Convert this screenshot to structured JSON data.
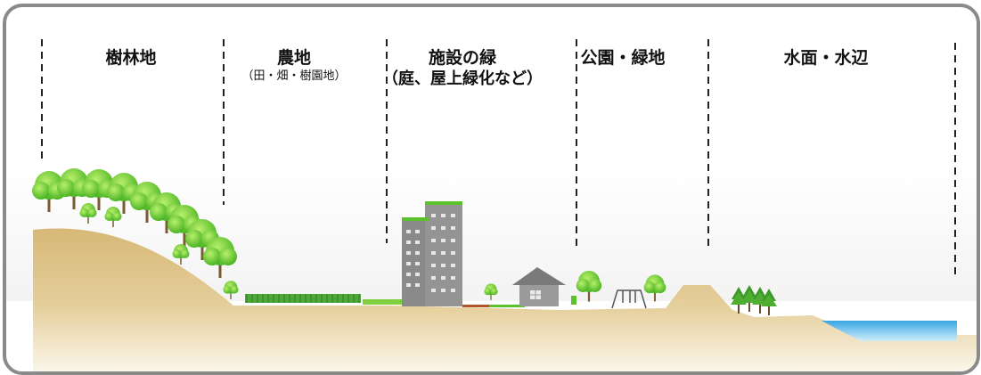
{
  "categories": [
    {
      "id": "forest",
      "name": "樹林地",
      "sub": ""
    },
    {
      "id": "farm",
      "name": "農地",
      "sub": "（田・畑・樹園地）"
    },
    {
      "id": "facility",
      "name": "施設の緑",
      "sub": "（庭、屋上緑化など）"
    },
    {
      "id": "park",
      "name": "公園・緑地",
      "sub": ""
    },
    {
      "id": "water",
      "name": "水面・水辺",
      "sub": ""
    }
  ],
  "colors": {
    "frame": "#8a8a8a",
    "ground": "#d9bd7c",
    "ground_light": "#f4ead2",
    "tree_green": "#5cc22b",
    "tree_light": "#a6e35b",
    "trunk": "#7a5a33",
    "building": "#8c8c8c",
    "water": "#4fb0e6",
    "divider": "#222222"
  },
  "icons": [
    "tree-icon",
    "building-icon",
    "house-icon",
    "swing-icon",
    "conifer-icon"
  ]
}
